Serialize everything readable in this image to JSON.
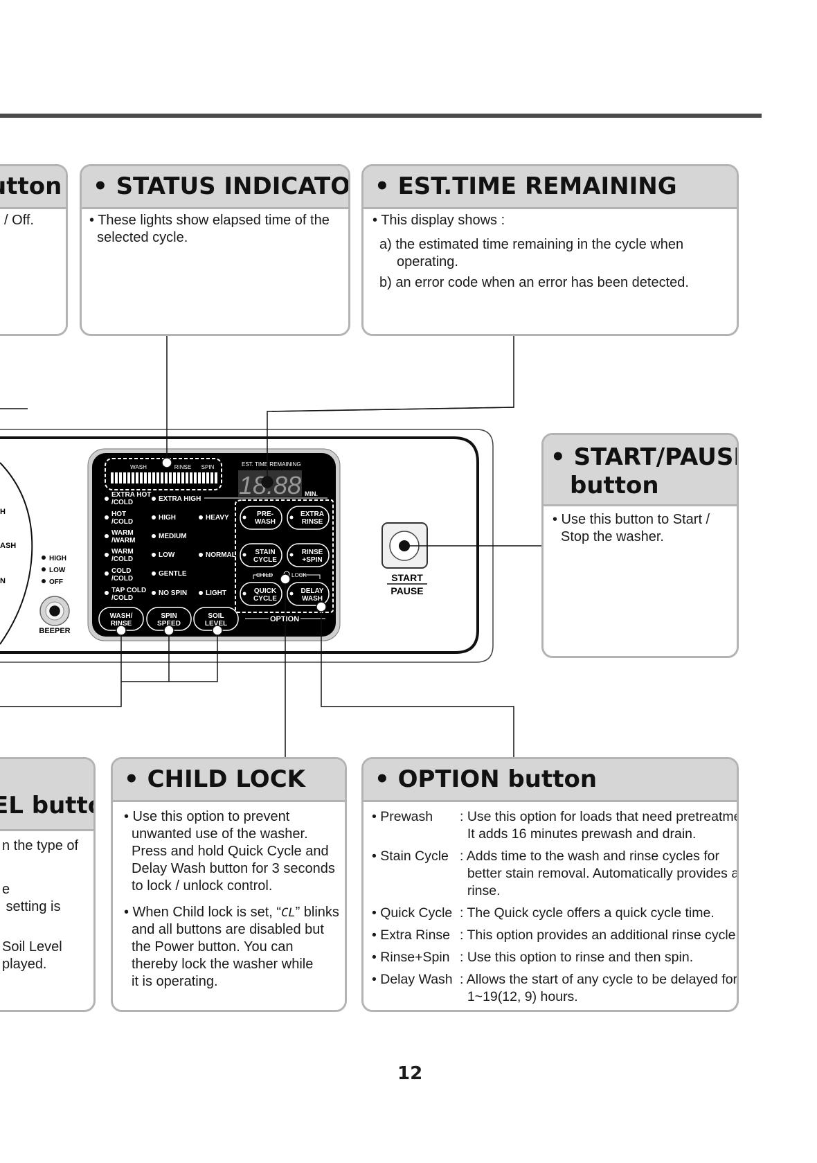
{
  "page_number": "12",
  "boxes": {
    "power_partial": {
      "title": "utton",
      "line1": "/ Off."
    },
    "status": {
      "title": "• STATUS INDICATOR",
      "lines": [
        "• These lights show elapsed time of the",
        "  selected cycle."
      ]
    },
    "est_time": {
      "title": "• EST.TIME REMAINING",
      "intro": "• This display shows :",
      "a1": "a) the estimated time remaining in the cycle when",
      "a2": "operating.",
      "b1": "b) an error code when an error has been detected."
    },
    "start_pause": {
      "title1": "• START/PAUSE",
      "title2": "button",
      "line1": "• Use this button to Start /",
      "line2": "Stop the washer."
    },
    "soil_partial": {
      "title": "EL button",
      "lines": [
        "n the type of",
        "",
        "e",
        " setting is",
        "",
        "Soil Level",
        "played."
      ]
    },
    "child_lock": {
      "title": "• CHILD LOCK",
      "para1": [
        "• Use this option to prevent",
        "unwanted use of the washer.",
        "Press and hold Quick Cycle and",
        "Delay Wash button for 3 seconds",
        "to lock / unlock control."
      ],
      "para2_prefix": "• When Child lock is set, “",
      "para2_code": "CL",
      "para2_suffix": "” blinks",
      "para2": [
        "and all buttons are disabled but",
        "the Power button. You can",
        "thereby lock the washer while",
        "it is operating."
      ]
    },
    "option": {
      "title": "• OPTION button",
      "rows": [
        {
          "k": "• Prewash",
          "v": [
            ": Use this option for loads that need pretreatment.",
            "  It adds 16 minutes prewash and drain."
          ]
        },
        {
          "k": "• Stain Cycle",
          "v": [
            ": Adds time to the wash and rinse cycles for",
            "  better stain removal. Automatically provides a",
            "  rinse."
          ]
        },
        {
          "k": "• Quick Cycle",
          "v": [
            ": The Quick cycle offers a quick cycle time."
          ]
        },
        {
          "k": "• Extra Rinse",
          "v": [
            ": This option provides an additional rinse cycle."
          ]
        },
        {
          "k": "• Rinse+Spin",
          "v": [
            ": Use this option to rinse and then spin."
          ]
        },
        {
          "k": "• Delay Wash",
          "v": [
            ": Allows the start of any cycle to be delayed for",
            "  1~19(12, 9) hours."
          ]
        }
      ]
    }
  },
  "panel": {
    "bar_labels": {
      "wash": "WASH",
      "rinse": "RINSE",
      "spin": "SPIN"
    },
    "est_label": "EST. TIME REMAINING",
    "digits": "18:88",
    "min": "MIN.",
    "temps": [
      [
        "EXTRA HOT",
        "/COLD"
      ],
      [
        "HOT",
        "/COLD"
      ],
      [
        "WARM",
        "/WARM"
      ],
      [
        "WARM",
        "/COLD"
      ],
      [
        "COLD",
        "/COLD"
      ],
      [
        "TAP COLD",
        "/COLD"
      ]
    ],
    "spins": [
      "EXTRA HIGH",
      "HIGH",
      "MEDIUM",
      "LOW",
      "GENTLE",
      "NO SPIN"
    ],
    "soils": [
      "HEAVY",
      "NORMAL",
      "LIGHT"
    ],
    "buttons": {
      "prewash": [
        "PRE-",
        "WASH"
      ],
      "extra_rinse": [
        "EXTRA",
        "RINSE"
      ],
      "stain": [
        "STAIN",
        "CYCLE"
      ],
      "rinse_spin": [
        "RINSE",
        "+SPIN"
      ],
      "quick": [
        "QUICK",
        "CYCLE"
      ],
      "delay": [
        "DELAY",
        "WASH"
      ],
      "wash_rinse": [
        "WASH/",
        "RINSE"
      ],
      "spin_speed": [
        "SPIN",
        "SPEED"
      ],
      "soil_level": [
        "SOIL",
        "LEVEL"
      ]
    },
    "child_label": "CHILD",
    "lock_label": "LOCK",
    "option_label": "OPTION",
    "beeper_levels": [
      "HIGH",
      "LOW",
      "OFF"
    ],
    "beeper_label": "BEEPER",
    "left_frags": [
      "H",
      "ASH",
      "N"
    ],
    "start_label": "START",
    "pause_label": "PAUSE"
  },
  "colors": {
    "box_border": "#b3b3b3",
    "box_header": "#d6d6d6",
    "panel_black": "#000000",
    "top_rule": "#4a4a4a"
  }
}
